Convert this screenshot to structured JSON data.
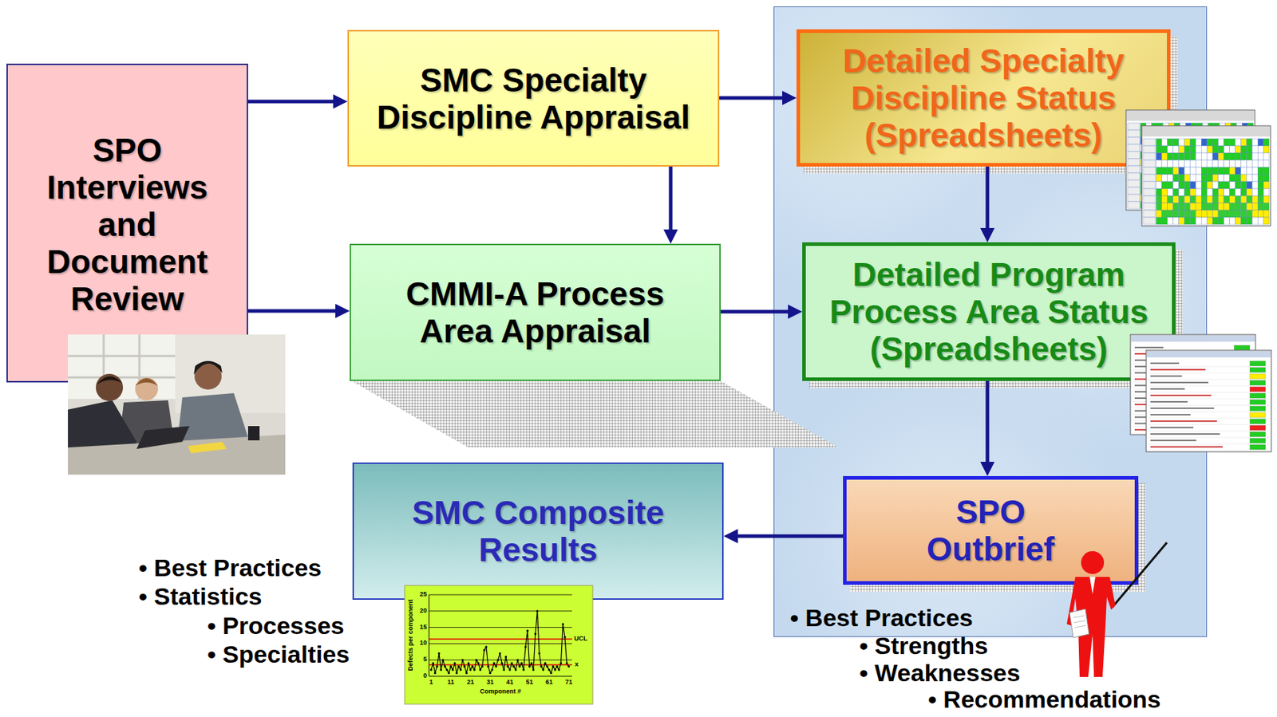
{
  "diagram": {
    "nodes": [
      {
        "text": [
          "SPO Interviews and Document Review"
        ]
      },
      {
        "text": [
          "SMC Specialty Discipline Appraisal"
        ]
      },
      {
        "text": [
          "CMMI-A Process Area Appraisal"
        ]
      },
      {
        "text": [
          "Detailed Specialty Discipline Status (Spreadsheets)"
        ]
      },
      {
        "text": [
          "Detailed Program Process Area Status (Spreadsheets)"
        ]
      },
      {
        "text": [
          "SPO Outbrief"
        ]
      },
      {
        "text": [
          "SMC Composite Results"
        ]
      }
    ],
    "edges": [
      {
        "from": 0,
        "to": 1,
        "arrow": "to"
      },
      {
        "from": 0,
        "to": 2,
        "arrow": "to"
      },
      {
        "from": 1,
        "to": 2,
        "arrow": "to"
      },
      {
        "from": 1,
        "to": 3,
        "arrow": "to"
      },
      {
        "from": 2,
        "to": 4,
        "arrow": "to"
      },
      {
        "from": 3,
        "to": 4,
        "arrow": "to"
      },
      {
        "from": 4,
        "to": 5,
        "arrow": "to"
      },
      {
        "from": 5,
        "to": 6,
        "arrow": "to"
      }
    ],
    "labels": [
      "• Best Practices",
      "• Statistics",
      "• Processes",
      "• Specialties",
      "• Best Practices",
      "• Strengths",
      "• Weaknesses",
      "• Recommendations",
      "25",
      "20",
      "15",
      "10",
      "5",
      "0",
      "1",
      "11",
      "21",
      "31",
      "41",
      "51",
      "61",
      "71",
      "UCL",
      "x",
      "Defects per component",
      "Component #"
    ]
  }
}
